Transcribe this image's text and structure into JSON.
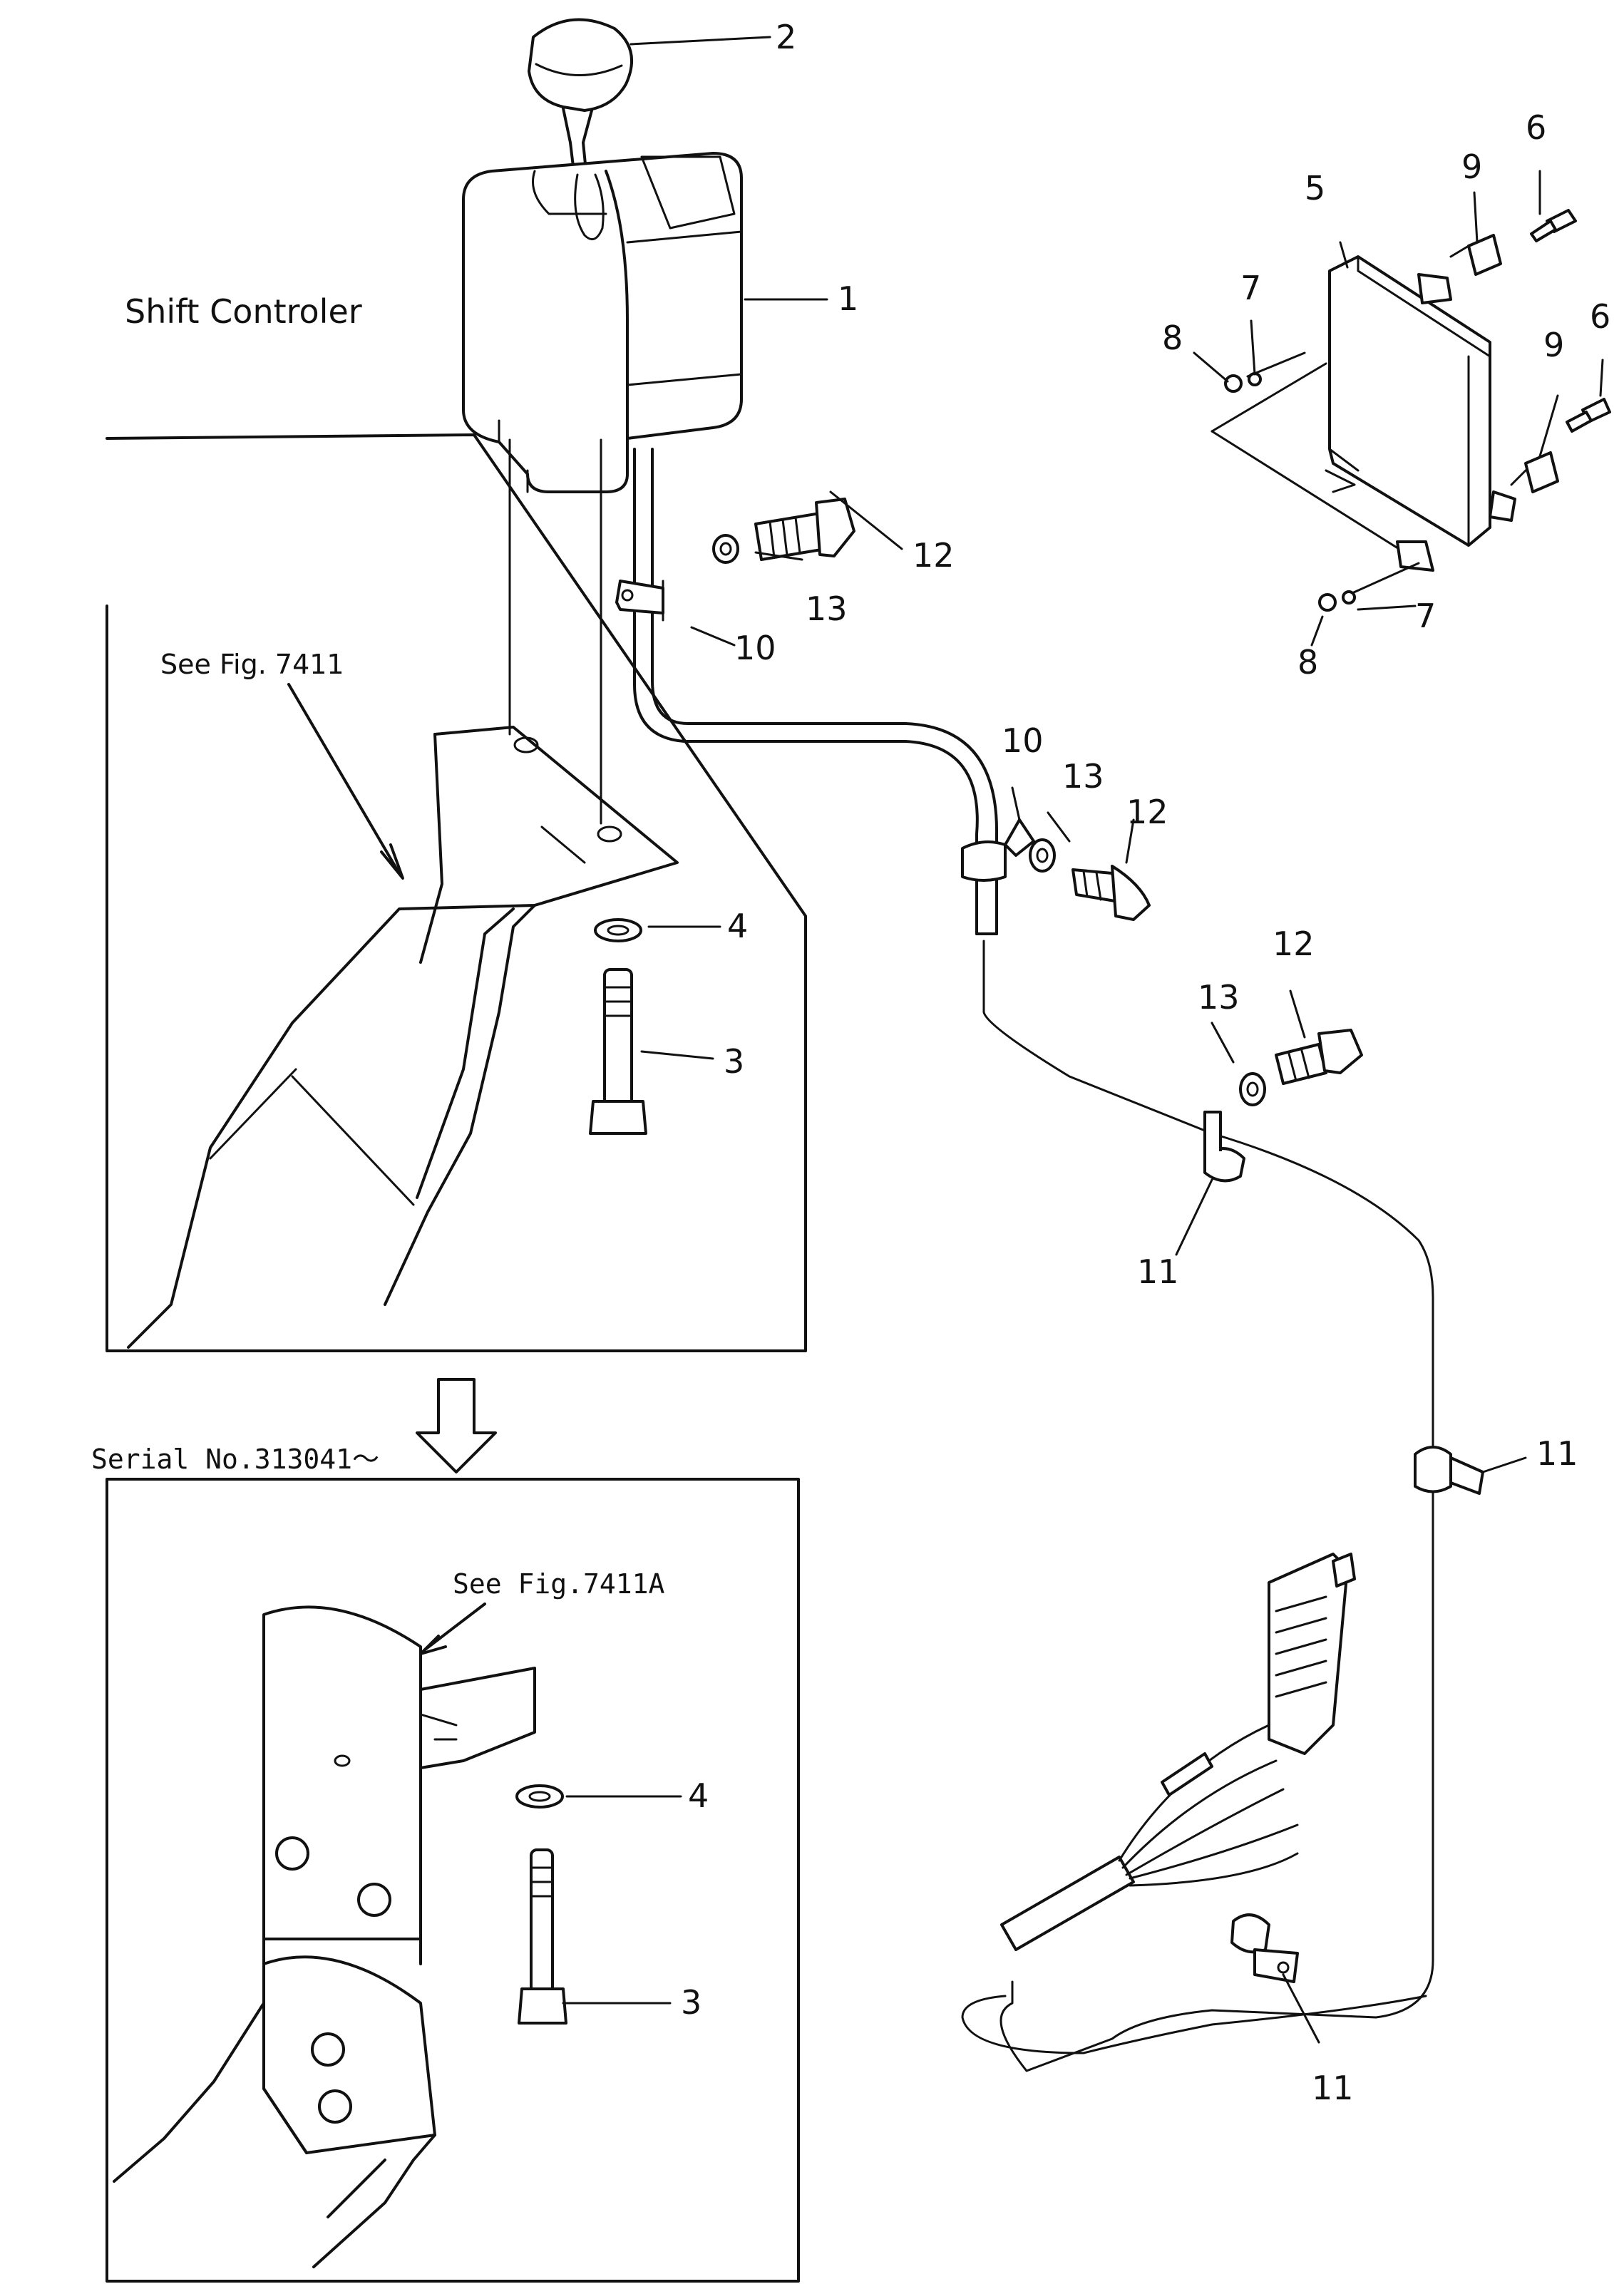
{
  "title": "Shift Controler",
  "notes": {
    "see_fig_top": "See Fig. 7411",
    "serial": "Serial No.313041～",
    "see_fig_bottom": "See Fig.7411A"
  },
  "callouts": {
    "c1": "1",
    "c2": "2",
    "c3a": "3",
    "c3b": "3",
    "c4a": "4",
    "c4b": "4",
    "c5": "5",
    "c6a": "6",
    "c6b": "6",
    "c7a": "7",
    "c7b": "7",
    "c8a": "8",
    "c8b": "8",
    "c9a": "9",
    "c9b": "9",
    "c10a": "10",
    "c10b": "10",
    "c11a": "11",
    "c11b": "11",
    "c11c": "11",
    "c12a": "12",
    "c12b": "12",
    "c12c": "12",
    "c13a": "13",
    "c13b": "13",
    "c13c": "13"
  }
}
